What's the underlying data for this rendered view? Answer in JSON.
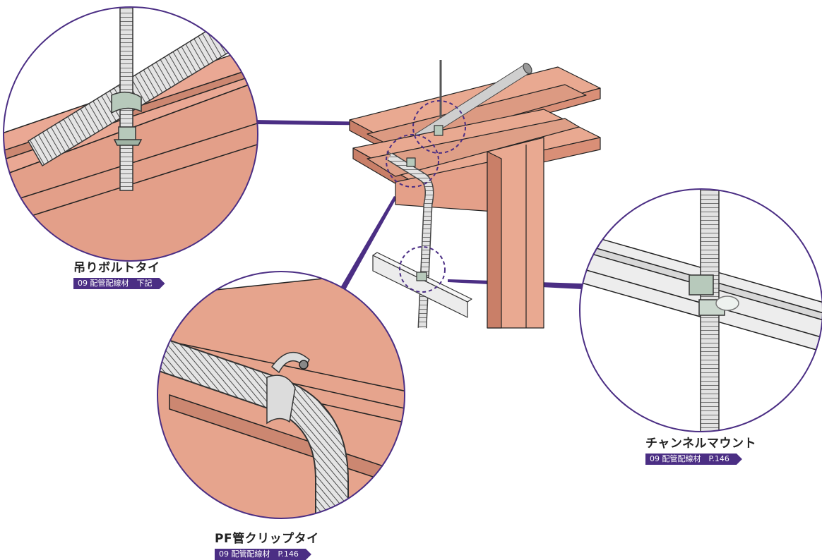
{
  "colors": {
    "accent": "#4b2e84",
    "steel": "#e9a991",
    "steel_shadow": "#c97f68",
    "tube": "#d7d7d7",
    "clip": "#b7c9bb"
  },
  "callouts": [
    {
      "title": "吊りボルトタイ",
      "tag": "09 配管配線材　下記"
    },
    {
      "title": "PF管クリップタイ",
      "tag": "09 配管配線材　P.146"
    },
    {
      "title": "チャンネルマウント",
      "tag": "09 配管配線材　P.146"
    }
  ]
}
